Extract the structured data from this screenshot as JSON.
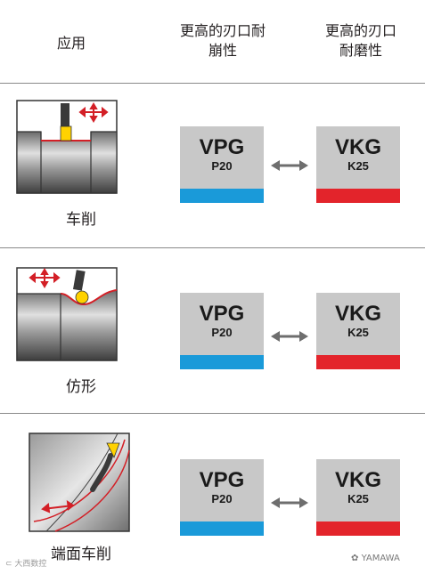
{
  "header": {
    "col1": "应用",
    "col2_line1": "更高的刃口耐",
    "col2_line2": "崩性",
    "col3_line1": "更高的刃口",
    "col3_line2": "耐磨性"
  },
  "rows": [
    {
      "application": "车削",
      "left_grade": {
        "name": "VPG",
        "code": "P20"
      },
      "right_grade": {
        "name": "VKG",
        "code": "K25"
      }
    },
    {
      "application": "仿形",
      "left_grade": {
        "name": "VPG",
        "code": "P20"
      },
      "right_grade": {
        "name": "VKG",
        "code": "K25"
      }
    },
    {
      "application": "端面车削",
      "left_grade": {
        "name": "VPG",
        "code": "P20"
      },
      "right_grade": {
        "name": "VKG",
        "code": "K25"
      }
    }
  ],
  "colors": {
    "grade_box": "#c8c8c8",
    "blue_bar": "#1a9ad9",
    "red_bar": "#e3242b",
    "insert_yellow": "#ffd200",
    "arrow_gray": "#6e6e6e"
  },
  "watermark": {
    "left": "⊂ 大西数控",
    "right": "YAMAWA"
  }
}
